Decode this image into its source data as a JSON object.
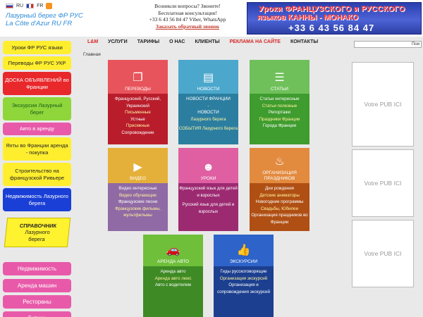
{
  "header": {
    "lang_ru": "RU",
    "lang_fr": "FR",
    "site_title_1": "Лазурный берег ФР РУС",
    "site_title_2": "La Côte d'Azur RU FR",
    "contact_1": "Возникли вопросы? Звоните!",
    "contact_2": "Бесплатная консультация!",
    "contact_3": "+33 6 43 56 84 47 Viber, WhatsApp",
    "callback": "Заказать обратный звонок",
    "banner_1": "Уроки ФРАНЦУЗСКОГО и РУССКОГО",
    "banner_2": "языков КАННЫ - МОНАКО",
    "banner_3": "+33 6 43 56 84 47"
  },
  "nav": [
    "L&M",
    "УСЛУГИ",
    "ТАРИФЫ",
    "О НАС",
    "КЛИЕНТЫ",
    "РЕКЛАМА НА САЙТЕ",
    "КОНТАКТЫ"
  ],
  "search_label": "Пои",
  "breadcrumb": "Главная",
  "sidebar": [
    {
      "label": "Уроки ФР РУС языки",
      "bg": "#ffee2e",
      "fg": "#222222"
    },
    {
      "label": "Переводы ФР РУС УКР",
      "bg": "#ffee2e",
      "fg": "#222222"
    },
    {
      "label": "ДОСКА ОБЪЯВЛЕНИЙ во Франции",
      "bg": "#e8282b",
      "fg": "#ffffff"
    },
    {
      "label": "Экскурсии Лазурный берег",
      "bg": "#8ed63a",
      "fg": "#1a5e1a"
    },
    {
      "label": "Авто в аренду",
      "bg": "#e85aa9",
      "fg": "#ffffff"
    },
    {
      "label": "Яхты во Франции аренда - покупка",
      "bg": "#ffee2e",
      "fg": "#222222"
    },
    {
      "label": "Строительство на французской Ривьере",
      "bg": "#ffee2e",
      "fg": "#222222"
    },
    {
      "label": "Недвижимость Лазурного берега",
      "bg": "#1a3fd6",
      "fg": "#ffffff"
    }
  ],
  "spravochnik": {
    "l1": "СПРАВОЧНИК",
    "l2": "Лазурного",
    "l3": "берега"
  },
  "side_bottom": [
    "Недвижимость",
    "Аренда машин",
    "Рестораны",
    "Бутики"
  ],
  "pub_label": "Votre PUB ICI",
  "tiles": [
    {
      "title": "ПЕРЕВОДЫ",
      "icon": "document-copy-icon",
      "glyph": "❐",
      "top": "#e8545b",
      "bottom": "#b91d2b",
      "items": [
        "Французский, Русский, Украинский",
        "Письменные",
        "Устные",
        "Присяжные",
        "Сопровождение"
      ]
    },
    {
      "title": "НОВОСТИ",
      "icon": "newspaper-icon",
      "glyph": "▤",
      "top": "#4ba7cc",
      "bottom": "#2b7ea0",
      "items": [
        "НОВОСТИ ФРАНЦИИ",
        "-",
        "НОВОСТИ",
        "Лазурного берега",
        "",
        "СОБЫТИЯ Лазурного берега"
      ]
    },
    {
      "title": "СТАТЬИ",
      "icon": "list-icon",
      "glyph": "☰",
      "top": "#6fc05a",
      "bottom": "#3f9c2e",
      "items": [
        "Статьи интересные",
        "Статьи полезные",
        "Репортажи",
        "Праздники Франции",
        "Города Франции"
      ]
    },
    {
      "title": "ВИДЕО",
      "icon": "video-file-icon",
      "glyph": "▶",
      "top": "#e5b03a",
      "bottom": "#8f6aa4",
      "items": [
        "Видео интересные",
        "Видео обучающие",
        "Французские песни",
        "Французские фильмы, мультфильмы"
      ]
    },
    {
      "title": "УРОКИ",
      "icon": "users-icon",
      "glyph": "☻",
      "top": "#df5fa2",
      "bottom": "#9c2a71",
      "items": [
        "Французский язык для детей и взрослых",
        "",
        "Русский язык для детей и взрослых"
      ]
    },
    {
      "title": "ОРГАНИЗАЦИЯ ПРАЗДНИКОВ",
      "icon": "cake-icon",
      "glyph": "♨",
      "top": "#e28a3e",
      "bottom": "#b04f14",
      "items": [
        "Дни рождения",
        "Детские аниматоры",
        "Новогодние программы",
        "Свадьбы, Юбилеи",
        "Организация праздников во Франции"
      ]
    },
    {
      "title": "АРЕНДА АВТО",
      "icon": "car-icon",
      "glyph": "🚗",
      "top": "#6fbf3a",
      "bottom": "#3e8a25",
      "items": [
        "Аренда авто",
        "Аренда авто люкс",
        "Авто с водителем"
      ]
    },
    {
      "title": "ЭКСКУРСИИ",
      "icon": "thumbs-up-icon",
      "glyph": "👍",
      "top": "#2e63c9",
      "bottom": "#1c3f8f",
      "items": [
        "Гиды русскоговорящие",
        "Организация экскурсий",
        "Организация и сопровождения экскурсий"
      ]
    }
  ]
}
